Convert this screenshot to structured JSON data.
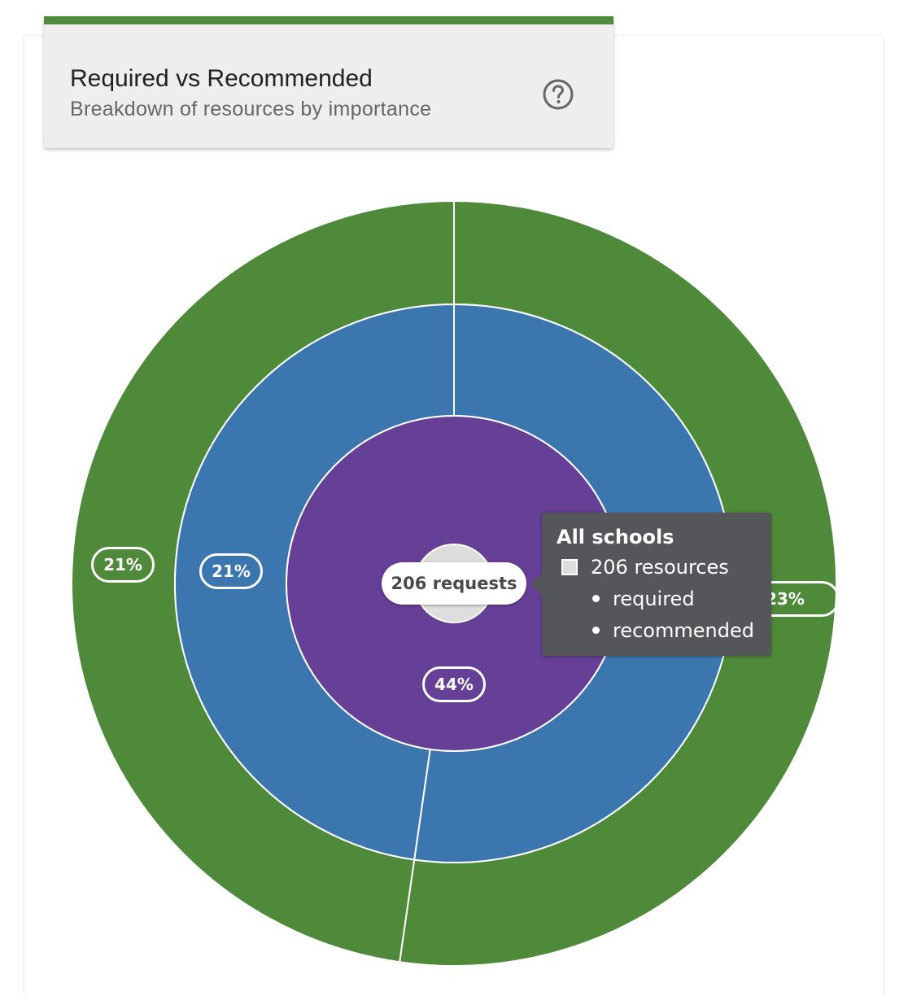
{
  "header": {
    "title": "Required vs Recommended",
    "subtitle": "Breakdown of resources by importance",
    "help_icon": "question-circle-icon",
    "accent_color": "#4e8a3a"
  },
  "chart_data": {
    "type": "sunburst",
    "center_label": "206 requests",
    "rings": [
      {
        "name": "inner",
        "color": "#663f96",
        "segments": [
          {
            "label": "44%",
            "value": 44
          }
        ]
      },
      {
        "name": "middle",
        "color": "#3b77ae",
        "segments": [
          {
            "label": "",
            "value": 23
          },
          {
            "label": "21%",
            "value": 21
          }
        ]
      },
      {
        "name": "outer",
        "color": "#4e8a3a",
        "segments": [
          {
            "label": "23%",
            "value": 23
          },
          {
            "label": "21%",
            "value": 21
          }
        ]
      }
    ],
    "tooltip": {
      "title": "All schools",
      "lines": [
        "206 resources"
      ],
      "bullets": [
        "required",
        "recommended"
      ]
    }
  }
}
